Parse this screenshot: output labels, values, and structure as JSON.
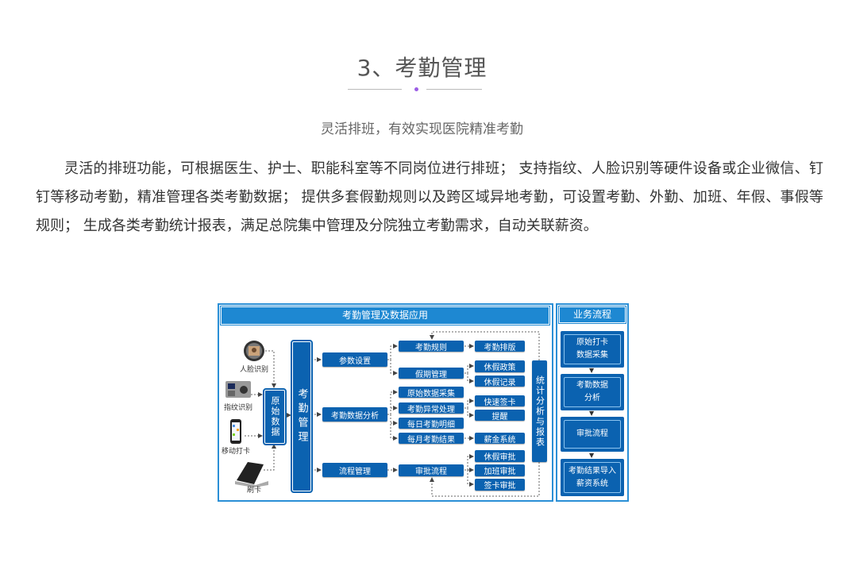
{
  "header": {
    "title": "3、考勤管理",
    "subtitle": "灵活排班，有效实现医院精准考勤"
  },
  "description": "灵活的排班功能，可根据医生、护士、职能科室等不同岗位进行排班； 支持指纹、人脸识别等硬件设备或企业微信、钉钉等移动考勤，精准管理各类考勤数据； 提供多套假勤规则以及跨区域异地考勤，可设置考勤、外勤、加班、年假、事假等规则； 生成各类考勤统计报表，满足总院集中管理及分院独立考勤需求，自动关联薪资。",
  "diagram": {
    "main_title": "考勤管理及数据应用",
    "devices": [
      "人脸识别",
      "指纹识别",
      "移动打卡",
      "刷卡"
    ],
    "raw_data": "原始数据",
    "attendance_mgmt": "考勤管理",
    "level1": [
      "参数设置",
      "考勤数据分析",
      "流程管理"
    ],
    "level2": [
      "考勤规则",
      "假期管理",
      "原始数据采集",
      "考勤异常处理",
      "每日考勤明细",
      "每月考勤结果",
      "审批流程"
    ],
    "level3": [
      "考勤排版",
      "休假政策",
      "休假记录",
      "快速签卡",
      "提醒",
      "薪金系统",
      "休假审批",
      "加班审批",
      "签卡审批"
    ],
    "stats": "统计分析与报表",
    "process_title": "业务流程",
    "process_steps": [
      "原始打卡数据采集",
      "考勤数据分析",
      "审批流程",
      "考勤结果导入薪资系统"
    ]
  },
  "colors": {
    "box": "#0b62b0",
    "border": "#2a8fd6",
    "accent_dot": "#9b5de5"
  }
}
